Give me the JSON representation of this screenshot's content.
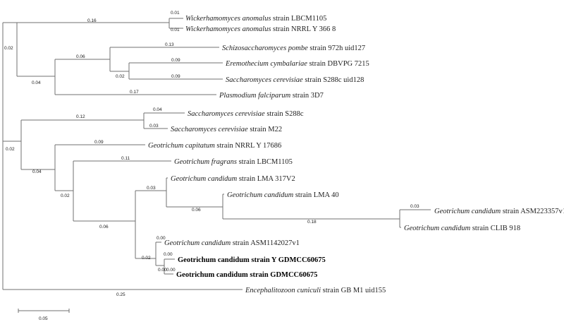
{
  "taxa": [
    {
      "id": "t1",
      "species": "Wickerhamomyces anomalus",
      "strain": " strain LBCM1105",
      "bold": false
    },
    {
      "id": "t2",
      "species": "Wickerhamomyces anomalus",
      "strain": " strain NRRL Y 366 8",
      "bold": false
    },
    {
      "id": "t3",
      "species": "Schizosaccharomyces pombe",
      "strain": " strain 972h uid127",
      "bold": false
    },
    {
      "id": "t4",
      "species": "Eremothecium cymbalariae",
      "strain": " strain DBVPG 7215",
      "bold": false
    },
    {
      "id": "t5",
      "species": "Saccharomyces cerevisiae",
      "strain": " strain S288c uid128",
      "bold": false
    },
    {
      "id": "t6",
      "species": "Plasmodium falciparum",
      "strain": " strain 3D7",
      "bold": false
    },
    {
      "id": "t7",
      "species": "Saccharomyces cerevisiae",
      "strain": " strain S288c",
      "bold": false
    },
    {
      "id": "t8",
      "species": "Saccharomyces cerevisiae",
      "strain": " strain M22",
      "bold": false
    },
    {
      "id": "t9",
      "species": "Geotrichum capitatum",
      "strain": " strain NRRL Y 17686",
      "bold": false
    },
    {
      "id": "t10",
      "species": "Geotrichum fragrans",
      "strain": " strain LBCM1105",
      "bold": false
    },
    {
      "id": "t11",
      "species": "Geotrichum candidum",
      "strain": " strain LMA 317V2",
      "bold": false
    },
    {
      "id": "t12",
      "species": "Geotrichum candidum",
      "strain": " strain LMA 40",
      "bold": false
    },
    {
      "id": "t13",
      "species": "Geotrichum candidum",
      "strain": " strain ASM223357v1",
      "bold": false
    },
    {
      "id": "t14",
      "species": "Geotrichum candidum",
      "strain": " strain CLIB 918",
      "bold": false
    },
    {
      "id": "t15",
      "species": "Geotrichum candidum",
      "strain": " strain ASM1142027v1",
      "bold": false
    },
    {
      "id": "t16",
      "species": "Geotrichum candidum strain Y GDMCC60675",
      "strain": "",
      "bold": true
    },
    {
      "id": "t17",
      "species": "Geotrichum candidum strain GDMCC60675",
      "strain": "",
      "bold": true
    },
    {
      "id": "t18",
      "species": "Encephalitozoon cuniculi",
      "strain": " strain GB M1 uid155",
      "bold": false
    }
  ],
  "branch_lengths": {
    "t1": "0.01",
    "t2": "0.01",
    "wick": "0.16",
    "t3": "0.13",
    "t4": "0.09",
    "t5": "0.09",
    "eremo_sacc": "0.02",
    "pombe_group": "0.06",
    "t6": "0.17",
    "upper_sub": "0.04",
    "upper": "0.02",
    "t7": "0.04",
    "t8": "0.03",
    "sacc2": "0.12",
    "t9": "0.09",
    "t10": "0.11",
    "t11": "0.03",
    "t12": "0.06",
    "t13": "0.03",
    "t14": "0.18",
    "t15": "0.00",
    "t16": "0.00",
    "t17": "0.00",
    "t17b": "0.00",
    "gdmcc": "0.02",
    "geo_cand": "0.06",
    "geo_frag": "0.02",
    "geo_cap": "0.04",
    "lower": "0.02",
    "t18": "0.25"
  },
  "scale_bar": {
    "label": "0.05"
  }
}
